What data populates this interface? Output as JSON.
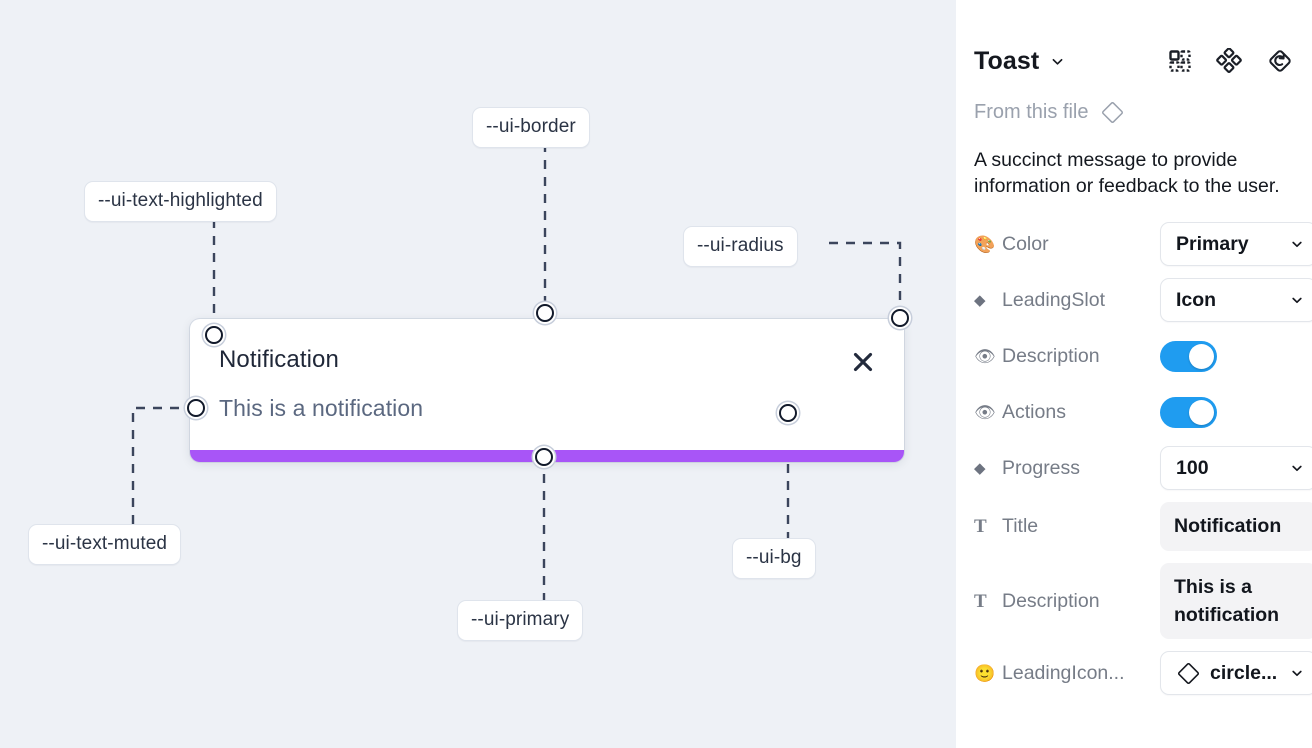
{
  "canvas": {
    "background_color": "#eef1f6",
    "token_labels": [
      {
        "id": "ui-text-highlighted",
        "text": "--ui-text-highlighted"
      },
      {
        "id": "ui-border",
        "text": "--ui-border"
      },
      {
        "id": "ui-radius",
        "text": "--ui-radius"
      },
      {
        "id": "ui-text-muted",
        "text": "--ui-text-muted"
      },
      {
        "id": "ui-bg",
        "text": "--ui-bg"
      },
      {
        "id": "ui-primary",
        "text": "--ui-primary"
      }
    ],
    "toast_preview": {
      "title": "Notification",
      "description": "This is a notification",
      "close_icon": "close-icon",
      "progress_color": "#a855f7",
      "background_color": "#ffffff"
    }
  },
  "panel": {
    "title": "Toast",
    "title_chevron_icon": "chevron-down-icon",
    "header_icons": [
      {
        "id": "component-set-icon",
        "name": "component-set-icon"
      },
      {
        "id": "variants-icon",
        "name": "variants-icon"
      },
      {
        "id": "reset-instance-icon",
        "name": "reset-instance-icon"
      }
    ],
    "from_file": {
      "label": "From this file",
      "icon": "diamond-icon"
    },
    "description": "A succinct message to provide information or feedback to the user.",
    "properties": [
      {
        "icon": "palette-emoji",
        "icon_glyph": "🎨",
        "label": "Color",
        "control": "select",
        "value": "Primary"
      },
      {
        "icon": "diamond-icon",
        "icon_glyph": "◆",
        "label": "LeadingSlot",
        "control": "select",
        "value": "Icon"
      },
      {
        "icon": "eye-emoji",
        "icon_glyph": "👁",
        "label": "Description",
        "control": "toggle",
        "value": "on"
      },
      {
        "icon": "eye-emoji",
        "icon_glyph": "👁",
        "label": "Actions",
        "control": "toggle",
        "value": "on"
      },
      {
        "icon": "diamond-icon",
        "icon_glyph": "◆",
        "label": "Progress",
        "control": "select",
        "value": "100"
      },
      {
        "icon": "text-glyph",
        "icon_glyph": "T",
        "label": "Title",
        "control": "text",
        "value": "Notification"
      },
      {
        "icon": "text-glyph",
        "icon_glyph": "T",
        "label": "Description",
        "control": "text",
        "value": "This is a notification"
      },
      {
        "icon": "smiley-emoji",
        "icon_glyph": "🙂",
        "label": "LeadingIcon...",
        "control": "icon-select",
        "value": "circle..."
      }
    ]
  },
  "colors": {
    "accent_toggle": "#1f9cf0",
    "progress_purple": "#a855f7",
    "canvas_bg": "#eef1f6",
    "connector": "#3b455c"
  }
}
